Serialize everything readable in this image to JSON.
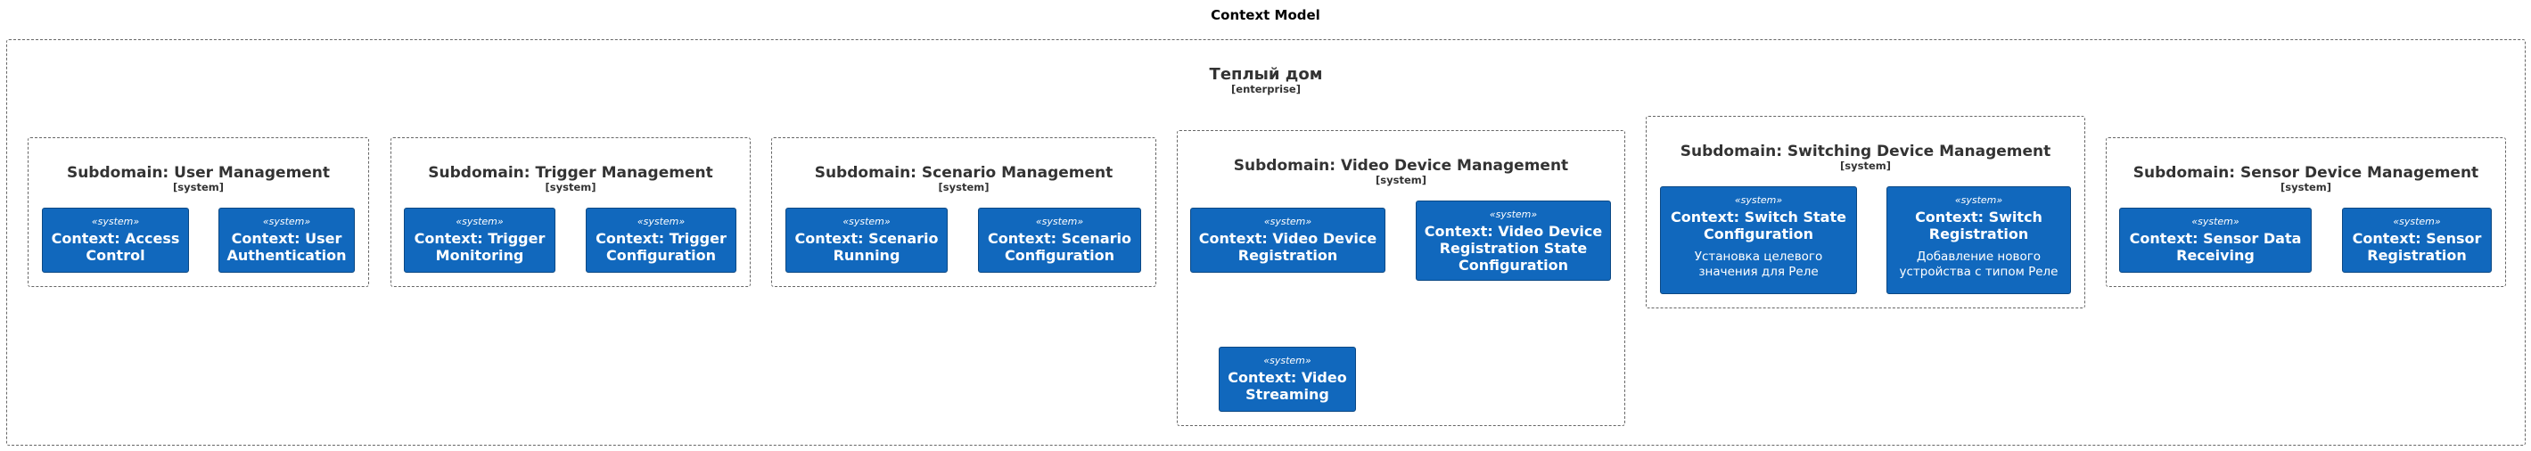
{
  "title": "Context Model",
  "enterprise": {
    "name": "Теплый дом",
    "kind": "[enterprise]"
  },
  "subdomains": [
    {
      "name": "Subdomain: User Management",
      "kind": "[system]",
      "systems": [
        {
          "stereotype": "«system»",
          "name": "Context: Access Control"
        },
        {
          "stereotype": "«system»",
          "name": "Context: User Authentication"
        }
      ]
    },
    {
      "name": "Subdomain: Trigger Management",
      "kind": "[system]",
      "systems": [
        {
          "stereotype": "«system»",
          "name": "Context: Trigger Monitoring"
        },
        {
          "stereotype": "«system»",
          "name": "Context: Trigger Configuration"
        }
      ]
    },
    {
      "name": "Subdomain: Scenario Management",
      "kind": "[system]",
      "systems": [
        {
          "stereotype": "«system»",
          "name": "Context: Scenario Running"
        },
        {
          "stereotype": "«system»",
          "name": "Context: Scenario Configuration"
        }
      ]
    },
    {
      "name": "Subdomain: Video Device Management",
      "kind": "[system]",
      "systems": [
        {
          "stereotype": "«system»",
          "name": "Context: Video Device Registration"
        },
        {
          "stereotype": "«system»",
          "name": "Context: Video Device Registration State Configuration"
        },
        {
          "stereotype": "«system»",
          "name": "Context: Video Streaming"
        }
      ]
    },
    {
      "name": "Subdomain: Switching Device Management",
      "kind": "[system]",
      "systems": [
        {
          "stereotype": "«system»",
          "name": "Context: Switch State Configuration",
          "description": "Установка целевого значения для Реле"
        },
        {
          "stereotype": "«system»",
          "name": "Context: Switch Registration",
          "description": "Добавление нового устройства с типом Реле"
        }
      ]
    },
    {
      "name": "Subdomain: Sensor Device Management",
      "kind": "[system]",
      "systems": [
        {
          "stereotype": "«system»",
          "name": "Context: Sensor Data Receiving"
        },
        {
          "stereotype": "«system»",
          "name": "Context: Sensor Registration"
        }
      ]
    }
  ]
}
